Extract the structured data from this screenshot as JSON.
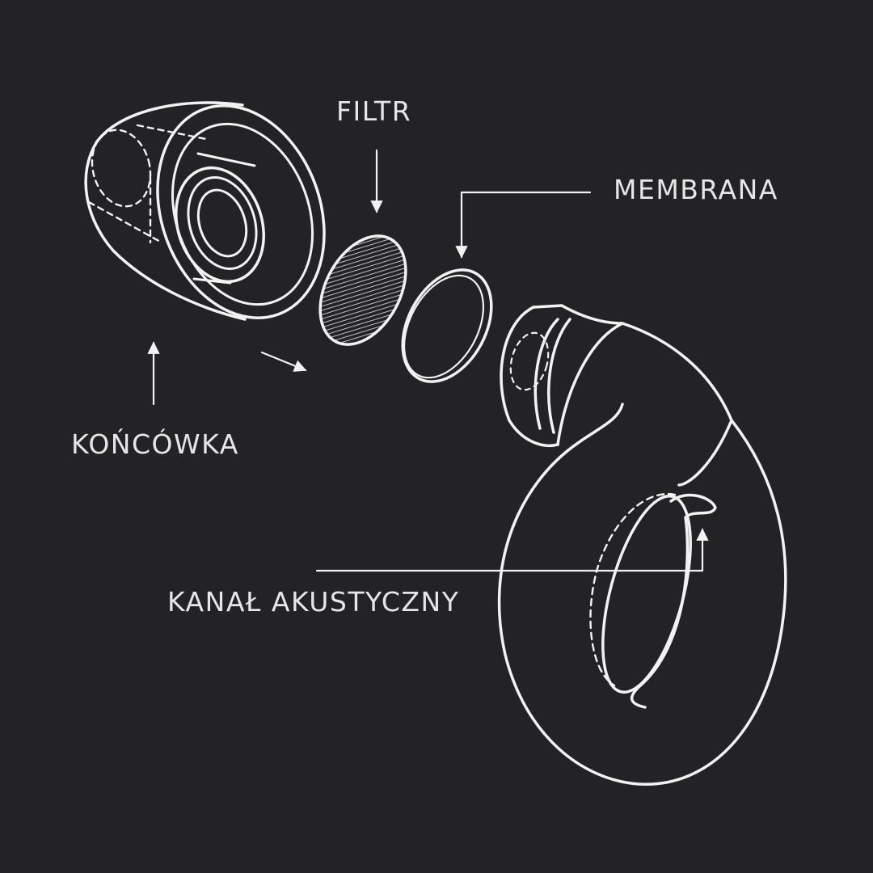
{
  "labels": {
    "filter": "FILTR",
    "membrane": "MEMBRANA",
    "tip": "KOŃCÓWKA",
    "acoustic_channel": "KANAŁ AKUSTYCZNY"
  },
  "colors": {
    "background": "#232224",
    "line": "#f2f2f2",
    "text": "#e6e6e6"
  }
}
